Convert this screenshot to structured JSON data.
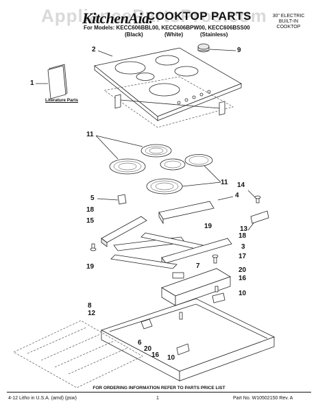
{
  "header": {
    "brand": "KitchenAid.",
    "title": "COOKTOP PARTS",
    "watermark": "AppliancePartsPros.com",
    "models_line": "For Models: KECC606BBL00, KECC606BPW00, KECC606BSS00",
    "color_black": "(Black)",
    "color_white": "(White)",
    "color_stainless": "(Stainless)",
    "side_note": [
      "30\" ELECTRIC",
      "BUILT-IN",
      "COOKTOP"
    ]
  },
  "literature_label": "Literature Parts",
  "callouts": {
    "c1": "1",
    "c2": "2",
    "c3": "3",
    "c4": "4",
    "c5": "5",
    "c6": "6",
    "c7": "7",
    "c8": "8",
    "c9": "9",
    "c10a": "10",
    "c10b": "10",
    "c11a": "11",
    "c11b": "11",
    "c12": "12",
    "c13": "13",
    "c14": "14",
    "c15": "15",
    "c16a": "16",
    "c16b": "16",
    "c17": "17",
    "c18a": "18",
    "c18b": "18",
    "c19a": "19",
    "c19b": "19",
    "c20a": "20",
    "c20b": "20"
  },
  "footer": {
    "ordering_info": "FOR ORDERING INFORMATION REFER TO PARTS PRICE LIST",
    "litho": "4-12 Litho in U.S.A. (amd) (psw)",
    "page_number": "1",
    "part_number": "Part No. W10502150 Rev. A"
  }
}
